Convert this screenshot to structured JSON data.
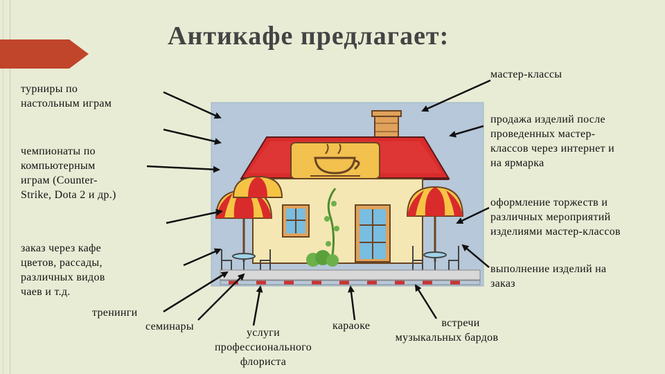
{
  "title": "Антикафе предлагает:",
  "labels": {
    "tournaments": [
      "турниры по",
      "настольным играм"
    ],
    "championships": [
      "чемпионаты по",
      "компьютерным",
      "играм (Counter-",
      "Strike, Dota 2 и др.)"
    ],
    "cafe_order": [
      "заказ через кафе",
      "цветов, рассады,",
      "различных видов",
      "чаев и т.д."
    ],
    "trainings": "тренинги",
    "seminars": "семинары",
    "florist": [
      "услуги",
      "профессионального",
      "флориста"
    ],
    "karaoke": "караоке",
    "bards": [
      "встречи",
      "музыкальных бардов"
    ],
    "masterclasses": "мастер-классы",
    "sales": [
      "продажа изделий после",
      "проведенных мастер-",
      "классов через интернет и",
      "на ярмарка"
    ],
    "decoration": [
      "оформление торжеств и",
      "различных мероприятий",
      "изделиями мастер-классов"
    ],
    "custom_work": [
      "выполнение изделий на",
      "заказ"
    ]
  },
  "colors": {
    "accent": "#c0452b",
    "background": "#e9ecd5",
    "roof": "#d62b2b",
    "wall": "#f3e7b5",
    "sky": "#b3c6d8"
  }
}
